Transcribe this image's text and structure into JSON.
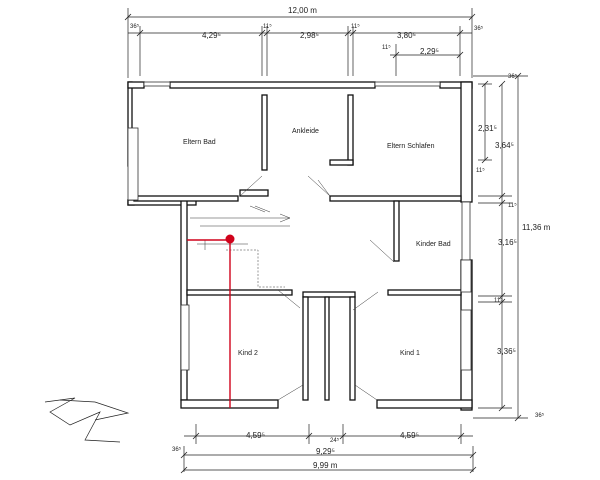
{
  "dimensions": {
    "top_total": "12,00 m",
    "top_36_left": "36⁵",
    "top_429": "4,29⁵",
    "top_11_a": "11⁵",
    "top_298": "2,98⁵",
    "top_11_b": "11⁵",
    "top_380": "3,80⁵",
    "top_36_right": "36⁵",
    "top_11_c": "11⁵",
    "top_229": "2,29⁵",
    "right_36_top": "36⁵",
    "right_231": "2,31⁵",
    "right_364": "3,64⁵",
    "right_11_a": "11⁵",
    "right_11_b": "11⁵",
    "right_total": "11,36 m",
    "right_316": "3,16⁵",
    "right_11_c": "11⁵",
    "right_336": "3,36⁵",
    "right_36_bottom": "36⁵",
    "bottom_459_left": "4,59⁵",
    "bottom_24": "24⁵",
    "bottom_459_right": "4,59⁵",
    "bottom_36": "36⁵",
    "bottom_929": "9,29⁵",
    "bottom_999": "9,99 m"
  },
  "rooms": {
    "eltern_bad": "Eltern Bad",
    "ankleide": "Ankleide",
    "eltern_schlafen": "Eltern Schlafen",
    "kinder_bad": "Kinder Bad",
    "kind_2": "Kind 2",
    "kind_1": "Kind 1"
  },
  "colors": {
    "marker": "#d0021b",
    "walls": "#111111"
  }
}
